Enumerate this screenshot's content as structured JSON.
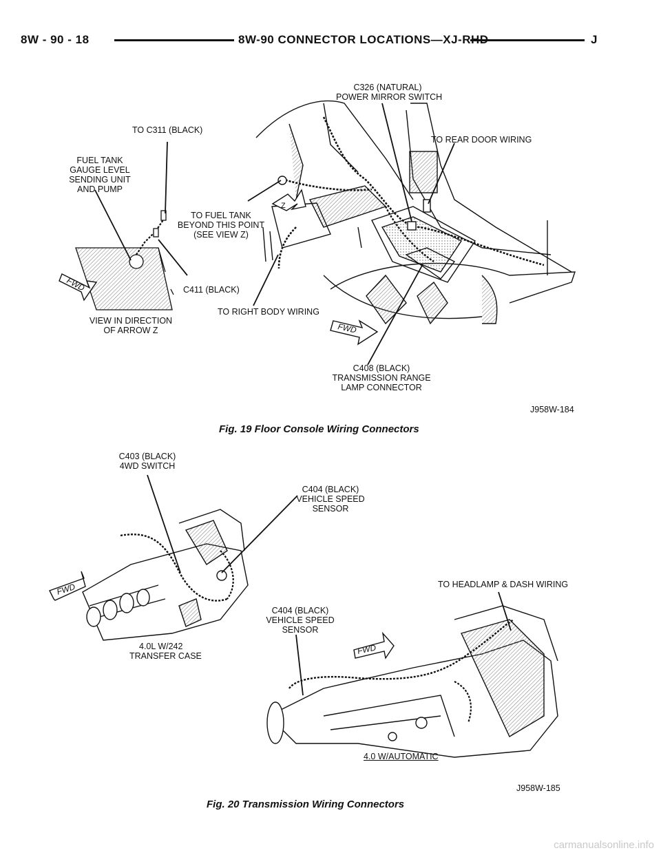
{
  "header": {
    "page_number": "8W - 90 - 18",
    "title": "8W-90 CONNECTOR LOCATIONS—XJ-RHD",
    "section_letter": "J"
  },
  "figure19": {
    "labels": {
      "c326_line1": "C326 (NATURAL)",
      "c326_line2": "POWER MIRROR SWITCH",
      "to_c311": "TO C311 (BLACK)",
      "fuel_tank_line1": "FUEL TANK",
      "fuel_tank_line2": "GAUGE LEVEL",
      "fuel_tank_line3": "SENDING UNIT",
      "fuel_tank_line4": "AND PUMP",
      "to_rear_door": "TO REAR DOOR WIRING",
      "to_fuel_tank_line1": "TO FUEL TANK",
      "to_fuel_tank_line2": "BEYOND THIS POINT",
      "to_fuel_tank_line3": "(SEE VIEW Z)",
      "c411": "C411 (BLACK)",
      "to_right_body": "TO RIGHT BODY WIRING",
      "view_line1": "VIEW IN DIRECTION",
      "view_line2": "OF ARROW Z",
      "c408_line1": "C408 (BLACK)",
      "c408_line2": "TRANSMISSION RANGE",
      "c408_line3": "LAMP CONNECTOR",
      "fwd": "FWD",
      "z": "Z"
    },
    "figure_id": "J958W-184",
    "caption": "Fig. 19 Floor Console Wiring Connectors"
  },
  "figure20": {
    "labels": {
      "c403_line1": "C403 (BLACK)",
      "c403_line2": "4WD SWITCH",
      "c404a_line1": "C404 (BLACK)",
      "c404a_line2": "VEHICLE SPEED",
      "c404a_line3": "SENSOR",
      "to_headlamp": "TO HEADLAMP & DASH WIRING",
      "c404b_line1": "C404 (BLACK)",
      "c404b_line2": "VEHICLE SPEED",
      "c404b_line3": "SENSOR",
      "transfer_line1": "4.0L W/242",
      "transfer_line2": "TRANSFER CASE",
      "automatic": "4.0 W/AUTOMATIC",
      "fwd": "FWD"
    },
    "figure_id": "J958W-185",
    "caption": "Fig. 20 Transmission Wiring Connectors"
  },
  "watermark": "carmanualsonline.info"
}
